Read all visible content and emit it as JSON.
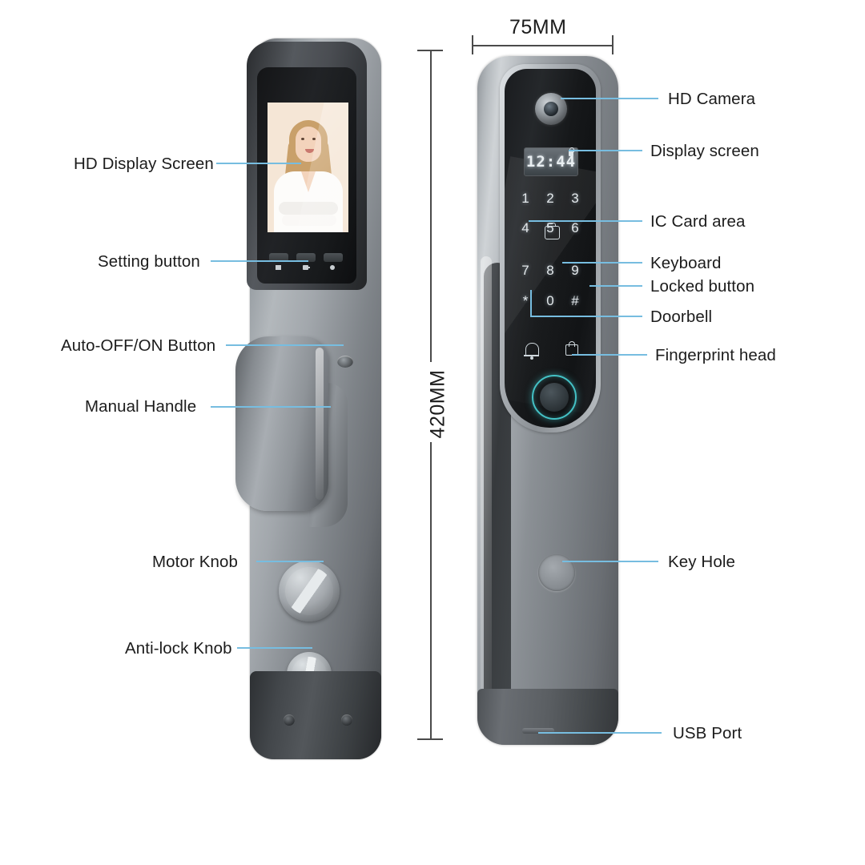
{
  "dimensions": {
    "width_label": "75MM",
    "height_label": "420MM"
  },
  "left_view": {
    "name": "interior-side-view",
    "screen": {
      "portrait_alt": "woman portrait on display"
    },
    "labels": [
      {
        "id": "hd-display-screen",
        "text": "HD Display Screen"
      },
      {
        "id": "setting-button",
        "text": "Setting button"
      },
      {
        "id": "auto-off-on-button",
        "text": "Auto-OFF/ON Button"
      },
      {
        "id": "manual-handle",
        "text": "Manual Handle"
      },
      {
        "id": "motor-knob",
        "text": "Motor Knob"
      },
      {
        "id": "anti-lock-knob",
        "text": "Anti-lock Knob"
      }
    ]
  },
  "right_view": {
    "name": "exterior-front-view",
    "display_time": "12:44",
    "keypad": {
      "rows": [
        [
          "1",
          "2",
          "3"
        ],
        [
          "4",
          "5",
          "6"
        ],
        [
          "7",
          "8",
          "9"
        ],
        [
          "*",
          "0",
          "#"
        ]
      ]
    },
    "icons": {
      "camera": "hd-camera-icon",
      "ic_card": "ic-card-icon",
      "doorbell": "bell-icon",
      "locked": "lock-icon",
      "fingerprint": "fingerprint-icon",
      "keyhole": "key-hole-icon",
      "usb": "usb-port-icon"
    },
    "labels": [
      {
        "id": "hd-camera",
        "text": "HD Camera"
      },
      {
        "id": "display-screen",
        "text": "Display screen"
      },
      {
        "id": "ic-card-area",
        "text": "IC Card area"
      },
      {
        "id": "keyboard",
        "text": "Keyboard"
      },
      {
        "id": "locked-button",
        "text": "Locked button"
      },
      {
        "id": "doorbell",
        "text": "Doorbell"
      },
      {
        "id": "fingerprint-head",
        "text": "Fingerprint head"
      },
      {
        "id": "key-hole",
        "text": "Key Hole"
      },
      {
        "id": "usb-port",
        "text": "USB Port"
      }
    ]
  },
  "colors": {
    "leader_line": "#77bde0",
    "dimension_line": "#4a4a4a",
    "label_text": "#1c1c1c",
    "fingerprint_ring": "#44c2c6",
    "background": "#ffffff"
  }
}
